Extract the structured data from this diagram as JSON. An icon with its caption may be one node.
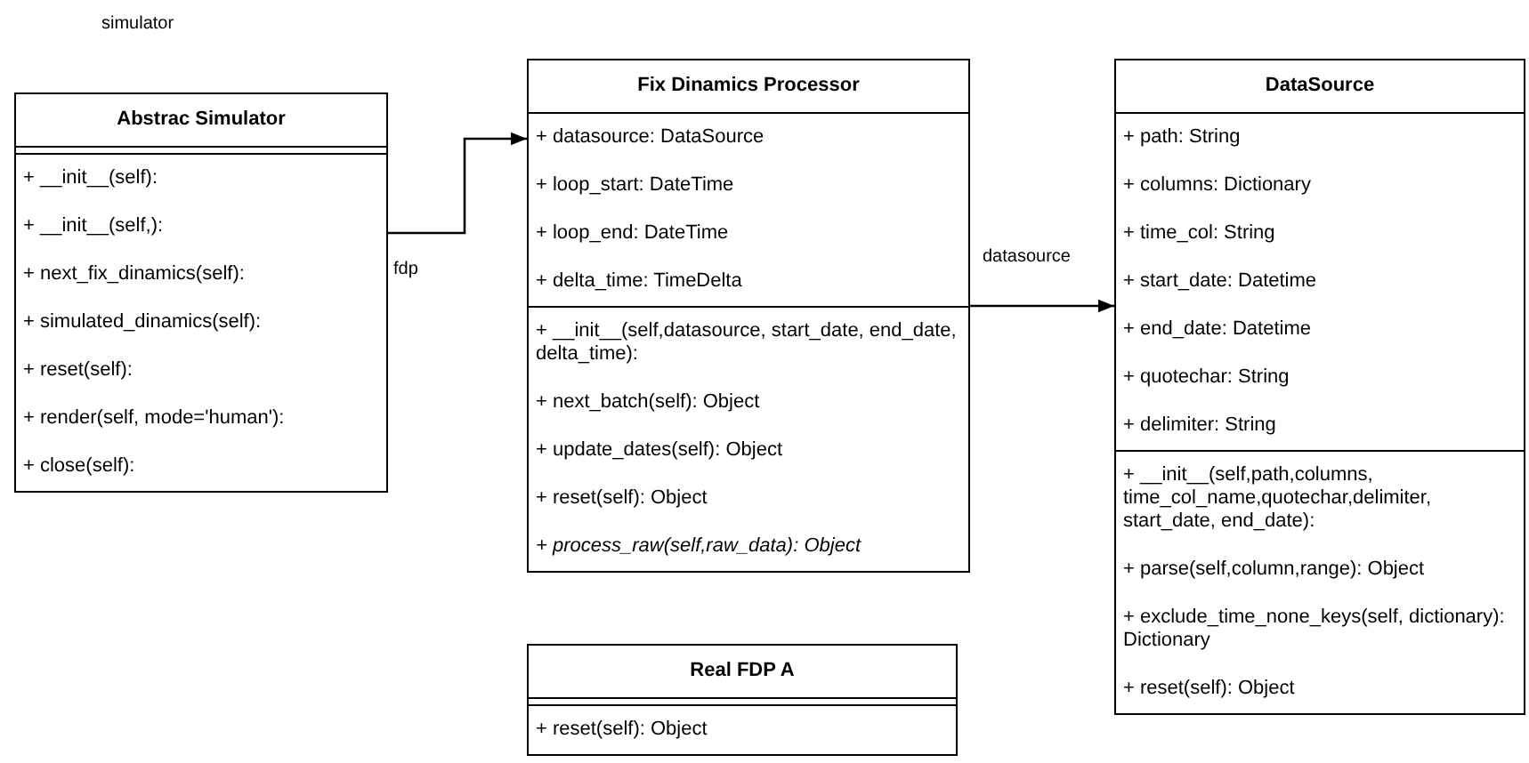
{
  "diagram": {
    "nodes": [
      {
        "text": [
          "Abstrac Simulator",
          "+ __init__(self):",
          "+ __init__(self,):",
          "+ next_fix_dinamics(self):",
          "+ simulated_dinamics(self):",
          "+ reset(self):",
          "+ render(self, mode='human'):",
          "+ close(self):"
        ]
      },
      {
        "text": [
          "Fix Dinamics Processor",
          "+ datasource:  DataSource",
          "+ loop_start:  DateTime",
          "+ loop_end:  DateTime",
          "+ delta_time:  TimeDelta",
          "+ __init__(self,datasource, start_date, end_date, delta_time):",
          "+ next_batch(self): Object",
          "+ update_dates(self): Object",
          "+ reset(self): Object",
          "+ process_raw(self,raw_data): Object"
        ]
      },
      {
        "text": [
          "DataSource",
          "+ path: String",
          "+ columns: Dictionary",
          "+ time_col: String",
          "+ start_date: Datetime",
          "+ end_date: Datetime",
          "+ quotechar: String",
          "+ delimiter: String",
          "+ __init__(self,path,columns, time_col_name,quotechar,delimiter, start_date, end_date):",
          "+ parse(self,column,range): Object",
          "+ exclude_time_none_keys(self, dictionary): Dictionary",
          "+ reset(self): Object"
        ]
      },
      {
        "text": [
          "Real FDP A",
          "+ reset(self): Object"
        ]
      }
    ],
    "edges": [
      {
        "from": 0,
        "to": 1,
        "arrow": "to",
        "label": "fdp"
      },
      {
        "from": 1,
        "to": 2,
        "arrow": "to",
        "label": "datasource"
      }
    ],
    "labels": [
      "simulator"
    ]
  }
}
